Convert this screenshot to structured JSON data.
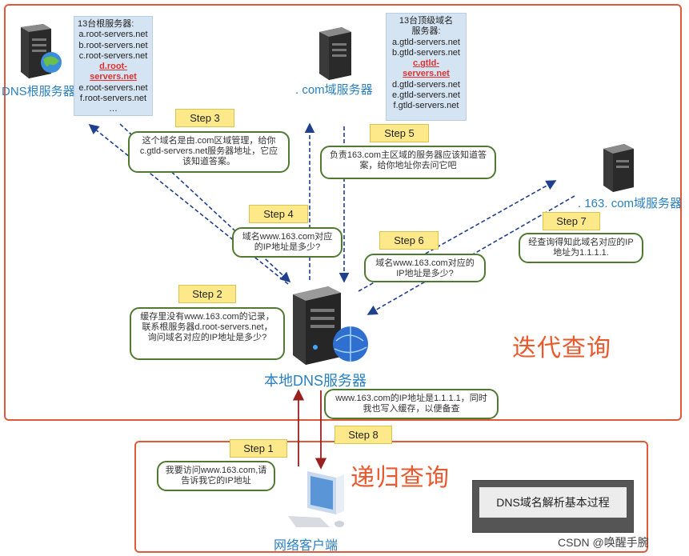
{
  "root_server": {
    "label": "DNS根服务器",
    "list": {
      "title": "13台根服务器:",
      "items": [
        "a.root-servers.net",
        "b.root-servers.net",
        "c.root-servers.net",
        "d.root-servers.net",
        "e.root-servers.net",
        "f.root-servers.net",
        "…"
      ],
      "highlighted": "d.root-servers.net"
    }
  },
  "com_server": {
    "label": ". com域服务器",
    "list": {
      "title_line1": "13台顶级域名",
      "title_line2": "服务器:",
      "items": [
        "a.gtld-servers.net",
        "b.gtld-servers.net",
        "c.gtld-servers.net",
        "d.gtld-servers.net",
        "e.gtld-servers.net",
        "f.gtld-servers.net"
      ],
      "highlighted": "c.gtld-servers.net"
    }
  },
  "domain163_server": {
    "label": ". 163. com域服务器"
  },
  "local_server": {
    "label": "本地DNS服务器"
  },
  "client": {
    "label": "网络客户端"
  },
  "steps": {
    "s1": "Step 1",
    "s2": "Step 2",
    "s3": "Step 3",
    "s4": "Step 4",
    "s5": "Step 5",
    "s6": "Step 6",
    "s7": "Step 7",
    "s8": "Step 8"
  },
  "bubbles": {
    "b1": "我要访问www.163.com,请告诉我它的IP地址",
    "b2": "缓存里没有www.163.com的记录，联系根服务器d.root-servers.net，询问域名对应的IP地址是多少?",
    "b3": "这个域名是由.com区域管理，给你c.gtld-servers.net服务器地址，它应该知道答案。",
    "b4": "域名www.163.com对应的IP地址是多少?",
    "b5": "负责163.com主区域的服务器应该知道答案，给你地址你去问它吧",
    "b6": "域名www.163.com对应的IP地址是多少?",
    "b7": "经查询得知此域名对应的IP地址为1.1.1.1.",
    "b8": "www.163.com的IP地址是1.1.1.1，同时我也写入缓存，以便备查"
  },
  "iterative_label": "迭代查询",
  "recursive_label": "递归查询",
  "title_box": "DNS域名解析基本过程",
  "watermark": "CSDN @唤醒手腕",
  "colors": {
    "frame": "#e05a3a",
    "server_label": "#2a7fc0",
    "bubble_border": "#4f7a32",
    "step_fill": "#fde98a",
    "arrow_blue": "#1f3f8f",
    "arrow_red": "#9a2020"
  }
}
